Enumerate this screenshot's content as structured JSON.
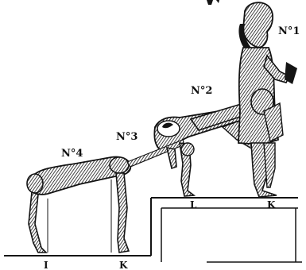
{
  "figure_labels": {
    "no1": "N°1",
    "no2": "N°2",
    "no3": "N°3",
    "no4": "N°4"
  },
  "point_labels": {
    "i": "I",
    "k_left": "K",
    "l": "L",
    "k_right": "K"
  },
  "colors": {
    "ink": "#141414",
    "paper": "#ffffff"
  }
}
